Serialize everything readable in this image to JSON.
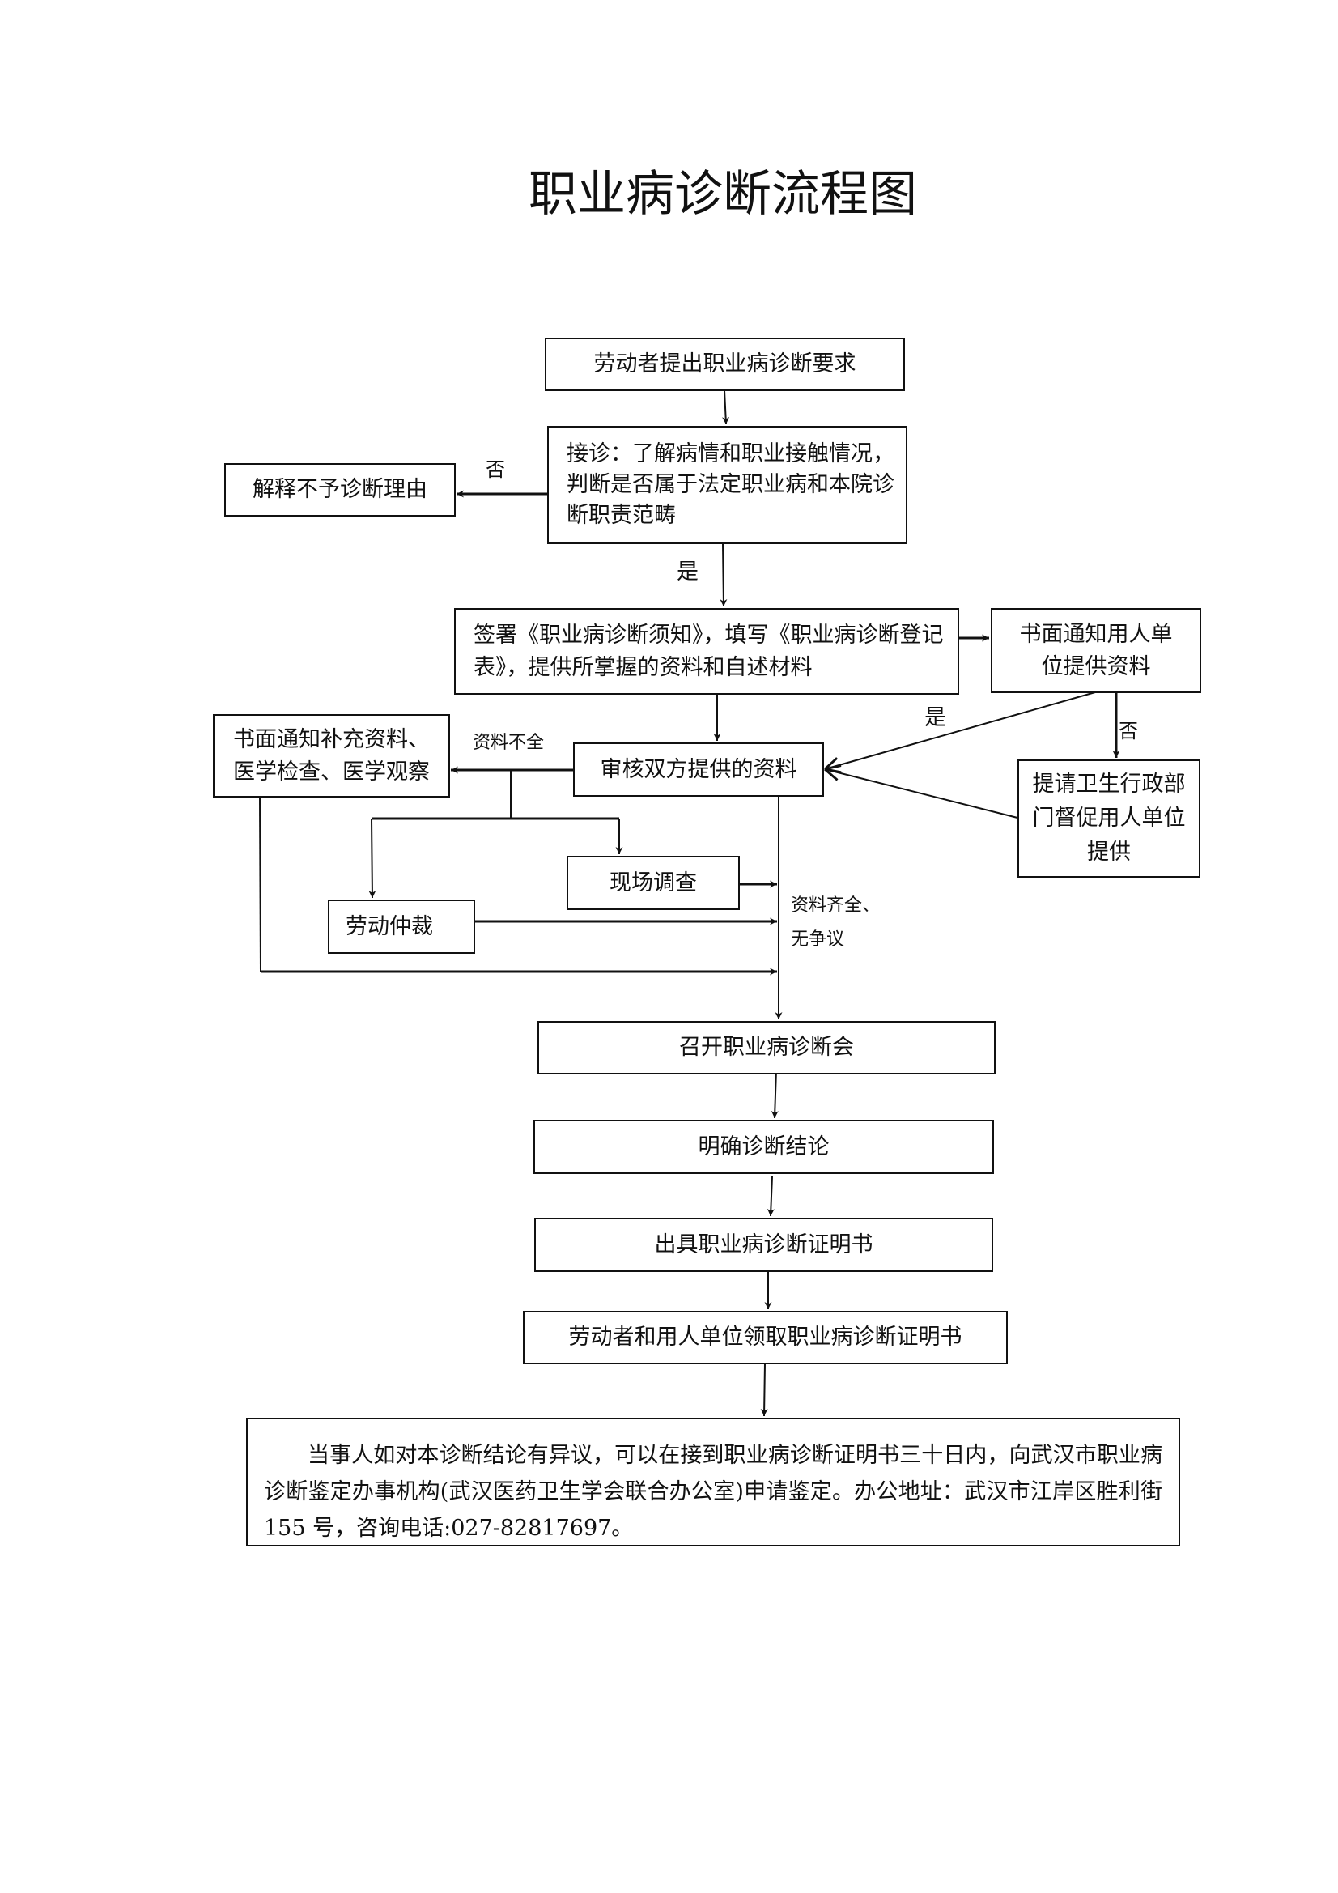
{
  "title": "职业病诊断流程图",
  "nodes": {
    "request": "劳动者提出职业病诊断要求",
    "reception": "接诊：了解病情和职业接触情况，判断是否属于法定职业病和本院诊断职责范畴",
    "explain_refusal": "解释不予诊断理由",
    "sign_forms": "签署《职业病诊断须知》，填写《职业病诊断登记表》，提供所掌握的资料和自述材料",
    "notify_employer": "书面通知用人单位提供资料",
    "review": "审核双方提供的资料",
    "notify_supplement": "书面通知补充资料、医学检查、医学观察",
    "request_health_dept": "提请卫生行政部门督促用人单位提供",
    "site_investigation": "现场调查",
    "labor_arbitration": "劳动仲裁",
    "convene_meeting": "召开职业病诊断会",
    "conclusion": "明确诊断结论",
    "issue_certificate": "出具职业病诊断证明书",
    "collect_certificate": "劳动者和用人单位领取职业病诊断证明书"
  },
  "edge_labels": {
    "no_1": "否",
    "yes_1": "是",
    "yes_2": "是",
    "no_2": "否",
    "incomplete": "资料不全",
    "complete_line1": "资料齐全、",
    "complete_line2": "无争议"
  },
  "note": "当事人如对本诊断结论有异议，可以在接到职业病诊断证明书三十日内，向武汉市职业病诊断鉴定办事机构(武汉医药卫生学会联合办公室)申请鉴定。办公地址：武汉市江岸区胜利街 155 号，咨询电话:027-82817697。"
}
